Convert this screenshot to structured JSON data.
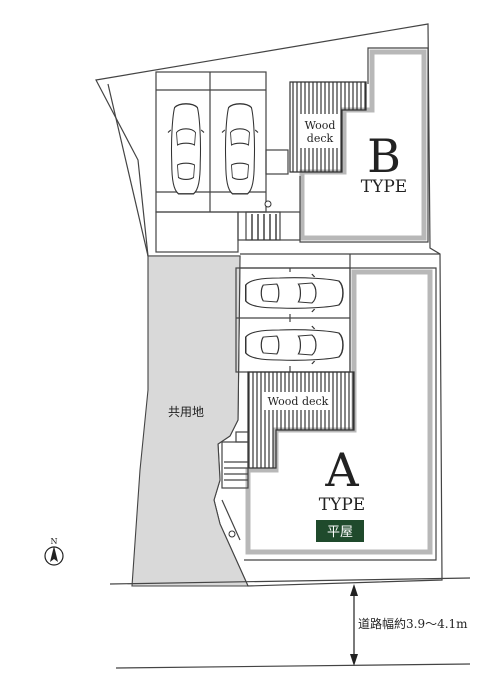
{
  "labels": {
    "wood_deck_b_line1": "Wood",
    "wood_deck_b_line2": "deck",
    "type_b_letter": "B",
    "type_b_word": "TYPE",
    "wood_deck_a": "Wood deck",
    "type_a_letter": "A",
    "type_a_word": "TYPE",
    "type_a_badge": "平屋",
    "common_land": "共用地",
    "road_width": "道路幅約3.9～4.1m",
    "north": "N"
  },
  "colors": {
    "line": "#444444",
    "wall": "#b8b8b8",
    "common_fill": "#d9d9d9",
    "badge_fill": "#1f4a2c",
    "badge_text": "#ffffff"
  },
  "icons": [
    "car-icon",
    "north-arrow-icon",
    "road-width-arrow-icon"
  ]
}
